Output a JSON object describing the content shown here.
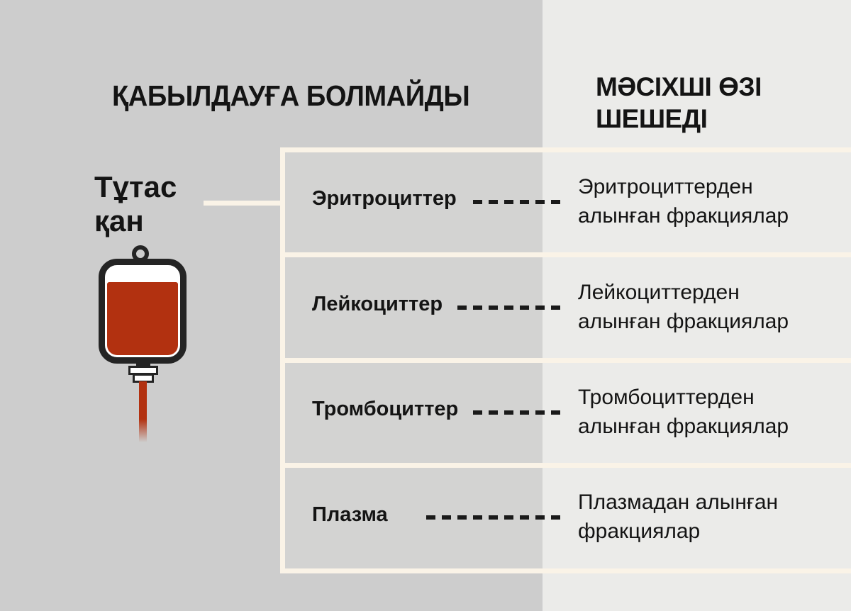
{
  "header": {
    "left_title": "ҚАБЫЛДАУҒА БОЛМАЙДЫ",
    "right_title": "МӘСІХШІ ӨЗІ\nШЕШЕДІ"
  },
  "source": {
    "label": "Тұтас қан",
    "icon": "blood-bag-icon"
  },
  "rows": [
    {
      "label": "Эритроциттер",
      "description": "Эритроциттерден алынған фракциялар"
    },
    {
      "label": "Лейкоциттер",
      "description": "Лейкоциттерден алынған фракциялар"
    },
    {
      "label": "Тромбоциттер",
      "description": "Тромбоциттерден алынған фракциялар"
    },
    {
      "label": "Плазма",
      "description": "Плазмадан алынған фракциялар"
    }
  ],
  "colors": {
    "left_background": "#cdcdcd",
    "right_background": "#ebebe9",
    "rows_background": "#d3d3d2",
    "divider_cream": "#faf3e7",
    "blood_red": "#b23110",
    "outline_dark": "#242424",
    "dash_color": "#1a1a1a",
    "text": "#141414"
  }
}
